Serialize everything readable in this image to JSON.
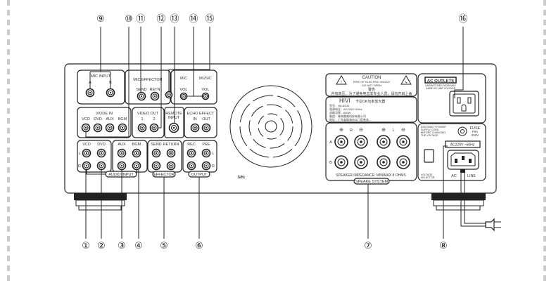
{
  "callouts_top": [
    "⑨",
    "⑩",
    "⑪",
    "⑫",
    "⑬",
    "⑭",
    "⑮",
    "⑯"
  ],
  "callouts_bottom": [
    "①",
    "②",
    "③",
    "④",
    "⑤",
    "⑥",
    "⑦",
    "⑧"
  ],
  "mic_input": {
    "title": "MIC INPUT",
    "a": "A",
    "b": "B"
  },
  "mic_effector": {
    "title": "MIC EFFECTOR",
    "send": "SEND",
    "retn": "RETN"
  },
  "volume": {
    "mic": "MIC",
    "music": "MUSIC",
    "vol1": "VOL",
    "vol2": "VOL"
  },
  "video_in": {
    "title": "VIODE IN",
    "labels": [
      "VCD",
      "DVD",
      "AUX",
      "BGM"
    ]
  },
  "video_out": {
    "title": "VIDEO OUT",
    "labels": [
      "1",
      "2"
    ]
  },
  "remote": {
    "line1": "REMOTE",
    "line2": "INPUT"
  },
  "echo": {
    "title": "ECHO EFFECT",
    "in": "IN",
    "out": "OUT"
  },
  "audio_row": {
    "labels": [
      "VCD",
      "DVD",
      "AUX",
      "BGM",
      "SEND",
      "RETURN",
      "REC",
      "PRE"
    ],
    "l": "L",
    "r": "R",
    "l2": "L",
    "r2": "R"
  },
  "group_labels": {
    "audio_input": "AUDIO INPUT",
    "effector": "EFFECTOR",
    "output": "OUTPUT",
    "speaker": "SPEAKE SYSTEM"
  },
  "serial": "S/N:",
  "caution": {
    "title": "CAUTION",
    "line1": "RISK OF ELECTRIC SHOCK",
    "line2": "DO NOT OPEN",
    "cn_title": "警告",
    "cn_text": "内有高压，为了避免电击非专业人员，请勿开启上盖"
  },
  "nameplate": {
    "brand": "HIVI",
    "product": "卡拉OK功率放大器",
    "lines": [
      "型号：HA-820D",
      "电源电压：AC220V~50Hz",
      "消耗功率：650W",
      "制造：珠海惠威科技有限公司",
      "地址：广东省珠海市斗门区乾务..."
    ]
  },
  "speaker": {
    "plus1": "⊕",
    "r": "R",
    "minus1": "⊖",
    "plus2": "⊕",
    "l": "L",
    "minus2": "⊖",
    "a": "A",
    "b": "B",
    "impedance": "SPEAKER IMPEDANCE: MIN/MAX 8  OHMS"
  },
  "ac_outlets": {
    "title": "AC OUTLETS",
    "line1": "UNSWITCHED 300W MAX",
    "line2": "SAME AS LINE VOLTAGE"
  },
  "power": {
    "warn": [
      "DISCONECT POWER",
      "SUPPLY CORD",
      "BEFORE CHANGING",
      "THE VOLTAGE"
    ],
    "fuse": [
      "FUSE",
      "F8A",
      "250V"
    ],
    "rating": "AC220V ~50Hz",
    "selector": [
      "VOLTAGE",
      "SELECTOR"
    ],
    "ac": "AC",
    "line": "LINE"
  }
}
